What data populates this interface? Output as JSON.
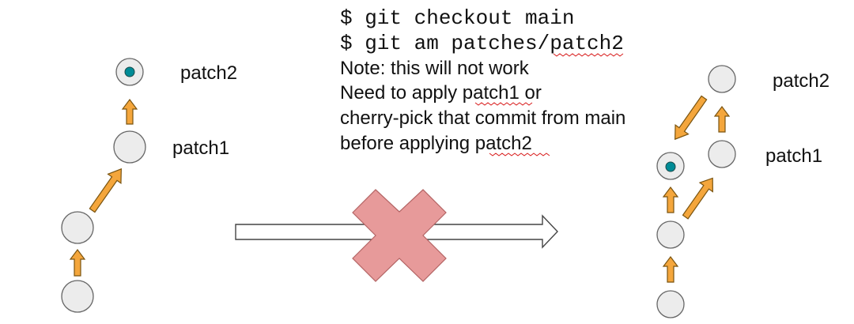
{
  "commands": {
    "line1": "$ git checkout main",
    "line2": "$ git am patches/patch2"
  },
  "notes": {
    "line1": "Note: this will not work",
    "line2": "Need to apply patch1 or",
    "line3": "cherry-pick that commit from main",
    "line4": "before applying patch2"
  },
  "left_graph": {
    "patch2_label": "patch2",
    "patch1_label": "patch1"
  },
  "right_graph": {
    "patch2_label": "patch2",
    "patch1_label": "patch1"
  },
  "colors": {
    "node_fill": "#ececec",
    "head_dot": "#008b96",
    "arrow_orange": "#f4a63c",
    "cross_fill": "#e79a9a",
    "cross_stroke": "#b36464"
  },
  "icons": {
    "failure_mark": "cross-icon",
    "transition": "right-arrow-icon"
  }
}
